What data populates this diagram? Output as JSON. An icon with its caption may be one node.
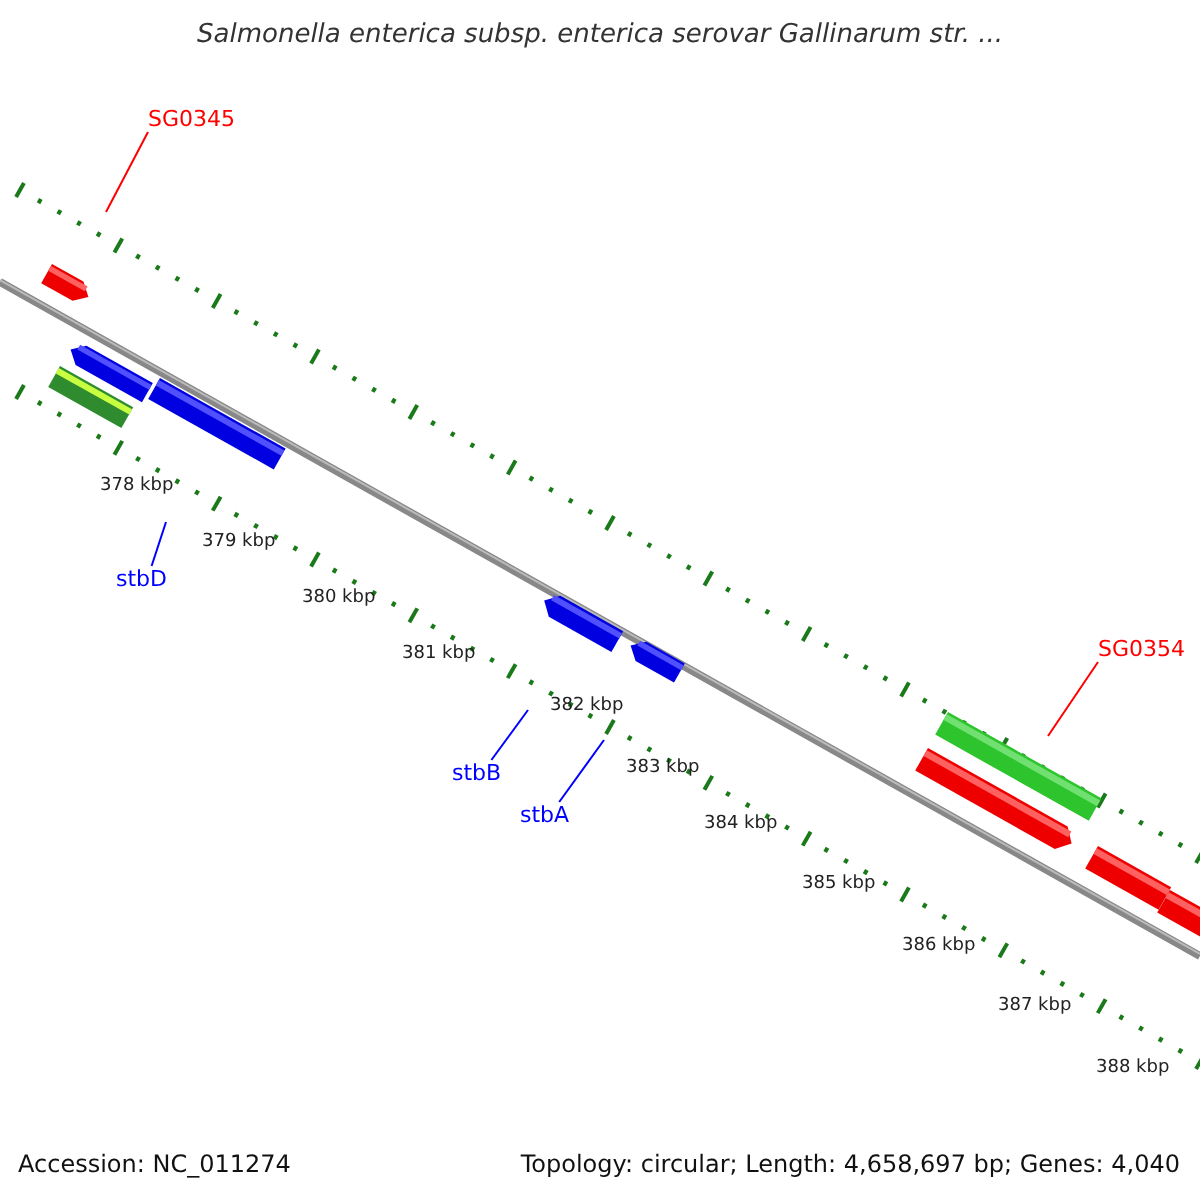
{
  "diagram": {
    "title": "Salmonella enterica subsp. enterica serovar Gallinarum str. ...",
    "nodes": [
      {
        "text": [
          "SG0345"
        ]
      },
      {
        "text": [
          "stbD"
        ]
      },
      {
        "text": [
          "stbB"
        ]
      },
      {
        "text": [
          "stbA"
        ]
      },
      {
        "text": [
          "SG0354"
        ]
      }
    ],
    "edges": [
      {
        "from": 0,
        "to": null,
        "arrow": "none",
        "color": "#ff0000"
      },
      {
        "from": 1,
        "to": null,
        "arrow": "none"
      },
      {
        "from": 2,
        "to": null,
        "arrow": "none"
      },
      {
        "from": 3,
        "to": null,
        "arrow": "none"
      },
      {
        "from": 4,
        "to": null,
        "arrow": "none",
        "color": "#ff0000"
      }
    ],
    "labels": [
      "378 kbp",
      "379 kbp",
      "380 kbp",
      "381 kbp",
      "382 kbp",
      "383 kbp",
      "384 kbp",
      "385 kbp",
      "386 kbp",
      "387 kbp",
      "388 kbp",
      "Accession: NC_011274",
      "Topology: circular; Length: 4,658,697 bp; Genes: 4,040"
    ]
  }
}
